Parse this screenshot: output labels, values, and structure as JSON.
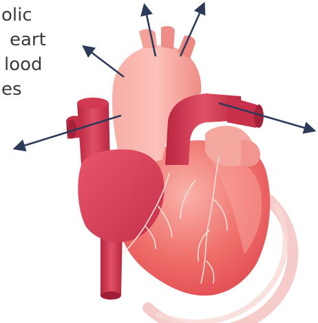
{
  "caption": {
    "lines": [
      "olic",
      "eart",
      "lood",
      "es"
    ]
  },
  "colors": {
    "text": "#3a3a3a",
    "arrow": "#2a3a58",
    "ventricle": "#ef6f6a",
    "ventricle_light": "#f8aaa3",
    "aorta": "#f49a93",
    "vessel_dark": "#c8304a",
    "vena_cava": "#cf3550",
    "atrium": "#e04a62",
    "coronary_line": "#fbe0d8",
    "shadow": "#f3c9c6"
  }
}
